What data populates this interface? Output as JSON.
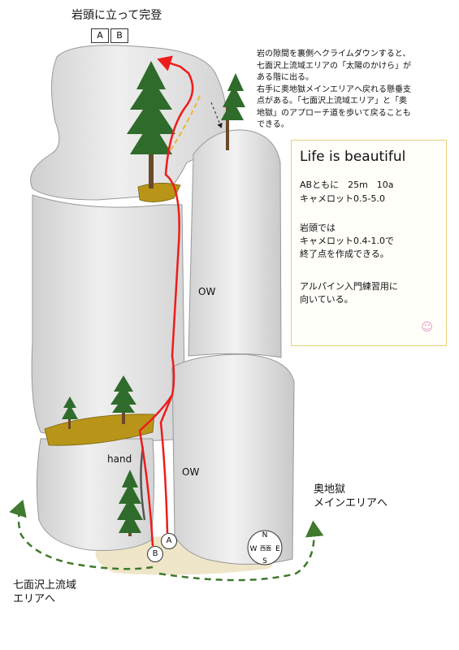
{
  "title": "岩頭に立って完登",
  "summit_routes": [
    "A",
    "B"
  ],
  "description": "岩の隙間を裏側へクライムダウンすると、\n七面沢上流域エリアの「太陽のかけら」が\nある階に出る。\n右手に奥地獄メインエリアへ戻れる懸垂支\n点がある。「七面沢上流域エリア」と「奥\n地獄」のアプローチ道を歩いて戻ることも\nできる。",
  "info_box": {
    "route_name": "Life is beautiful",
    "grade_lines": "ABともに　25m　10a\nキャメロット0.5-5.0",
    "anchor_lines": "岩頭では\nキャメロット0.4-1.0で\n終了点を作成できる。",
    "note_lines": "アルパイン入門練習用に\n向いている。"
  },
  "labels": {
    "ow_upper": "OW",
    "ow_lower": "OW",
    "hand": "hand"
  },
  "start_markers": [
    "A",
    "B"
  ],
  "nav": {
    "right": "奥地獄\nメインエリアへ",
    "left": "七面沢上流域\nエリアへ"
  },
  "compass": {
    "n": "N",
    "s": "S",
    "e": "E",
    "w": "W",
    "face": "西面"
  },
  "colors": {
    "route_line": "#ee1c1c",
    "rappel_line": "#f0b430",
    "approach_arrow": "#3f7a2e",
    "info_border": "#e6cf7e"
  }
}
